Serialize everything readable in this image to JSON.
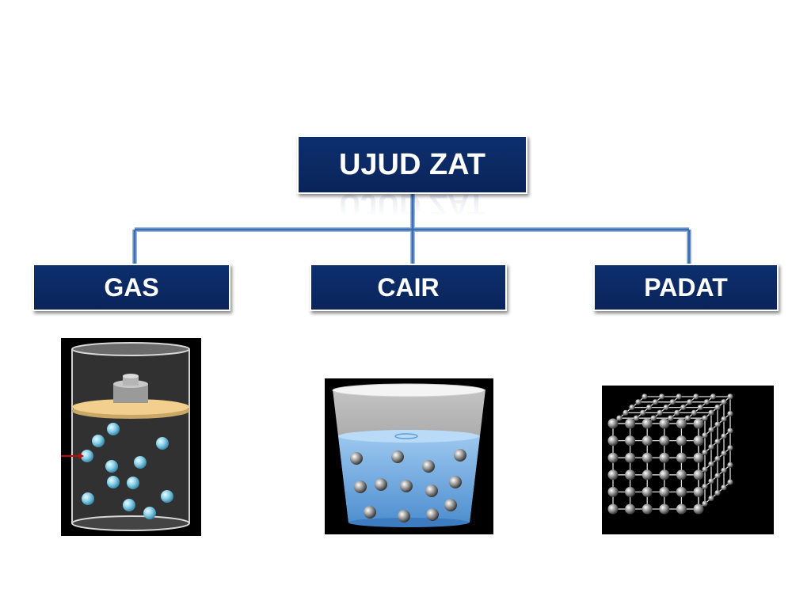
{
  "diagram": {
    "root": {
      "label": "UJUD ZAT"
    },
    "children": [
      {
        "id": "gas",
        "label": "GAS"
      },
      {
        "id": "cair",
        "label": "CAIR"
      },
      {
        "id": "padat",
        "label": "PADAT"
      }
    ],
    "colors": {
      "box_fill": "#0d2f6e",
      "box_text": "#ffffff",
      "connector": "#4f81bd",
      "gas_particle": "#8fd3ea",
      "lid": "#f2cf8c",
      "water": "#6fa8dc",
      "particle_grey": "#a6a6a6",
      "arrow": "#cc0000"
    }
  }
}
